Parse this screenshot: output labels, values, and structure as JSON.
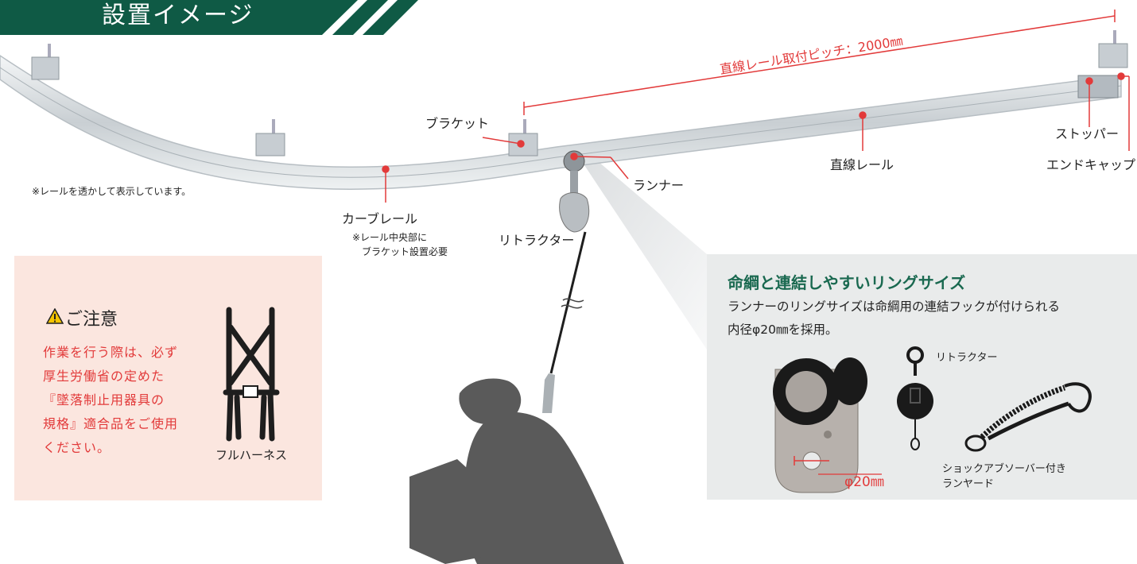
{
  "header": {
    "title": "設置イメージ"
  },
  "labels": {
    "pitch": "直線レール取付ピッチ：2000㎜",
    "bracket": "ブラケット",
    "runner": "ランナー",
    "straight_rail": "直線レール",
    "stopper": "ストッパー",
    "end_cap": "エンドキャップ",
    "curve_rail": "カーブレール",
    "retractor": "リトラクター",
    "transparent_note": "※レールを透かして表示しています。",
    "bracket_note_1": "※レール中央部に",
    "bracket_note_2": "ブラケット設置必要"
  },
  "caution": {
    "title": "ご注意",
    "lines": [
      "作業を行う際は、必ず",
      "厚生労働省の定めた",
      "『墜落制止用器具の",
      "規格』適合品をご使用",
      "ください。"
    ],
    "harness_label": "フルハーネス"
  },
  "info": {
    "title": "命綱と連結しやすいリングサイズ",
    "text_line1": "ランナーのリングサイズは命綱用の連結フックが付けられる",
    "text_line2": "内径φ20㎜を採用。",
    "retractor_label": "リトラクター",
    "lanyard_label_1": "ショックアブソーバー付き",
    "lanyard_label_2": "ランヤード",
    "ring_size": "φ20㎜"
  },
  "colors": {
    "header_green": "#0f5a45",
    "accent_red": "#e23a3a",
    "caution_bg": "#fbe6df",
    "info_bg": "#e9ebeb",
    "title_green": "#1a6950"
  }
}
